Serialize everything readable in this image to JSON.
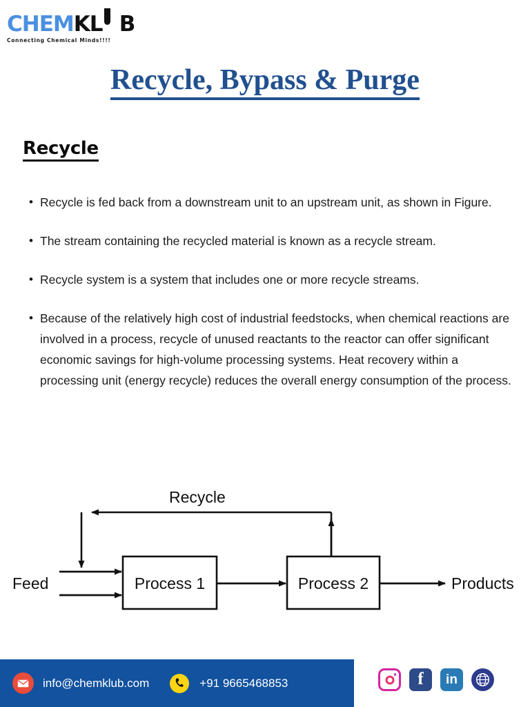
{
  "logo": {
    "part1": "CHEM",
    "part2": "KL",
    "part3": "U",
    "part4": "B",
    "tagline": "Connecting Chemical Minds!!!!",
    "color_blue": "#4a90e2",
    "color_black": "#111111"
  },
  "title": {
    "text": "Recycle, Bypass & Purge",
    "color": "#21508f"
  },
  "section": {
    "heading": "Recycle"
  },
  "bullets": [
    {
      "marker": "•",
      "text": "Recycle is fed back from a downstream unit to an upstream unit, as shown in Figure."
    },
    {
      "marker": "•",
      "text": "The stream containing the recycled material is known as a recycle stream."
    },
    {
      "marker": "•",
      "text": "Recycle system is a system that includes one or more recycle streams."
    },
    {
      "marker": "•",
      "text": "Because of the relatively high cost of industrial feedstocks, when chemical reactions are involved in a process, recycle of unused reactants to the reactor can offer significant economic savings for high-volume processing systems. Heat recovery within a processing unit (energy recycle) reduces the overall energy consumption of the process."
    }
  ],
  "diagram": {
    "recycle_label": "Recycle",
    "feed_label": "Feed",
    "process1_label": "Process 1",
    "process2_label": "Process 2",
    "products_label": "Products",
    "line_color": "#111111"
  },
  "footer": {
    "band_color": "#12529f",
    "email": "info@chemklub.com",
    "phone": "+91 9665468853",
    "mail_icon": "envelope-icon",
    "phone_icon": "phone-handset-icon",
    "social": [
      {
        "name": "instagram-icon",
        "glyph": ""
      },
      {
        "name": "facebook-icon",
        "glyph": "f"
      },
      {
        "name": "linkedin-icon",
        "glyph": "in"
      },
      {
        "name": "website-globe-icon",
        "glyph": ""
      }
    ]
  }
}
